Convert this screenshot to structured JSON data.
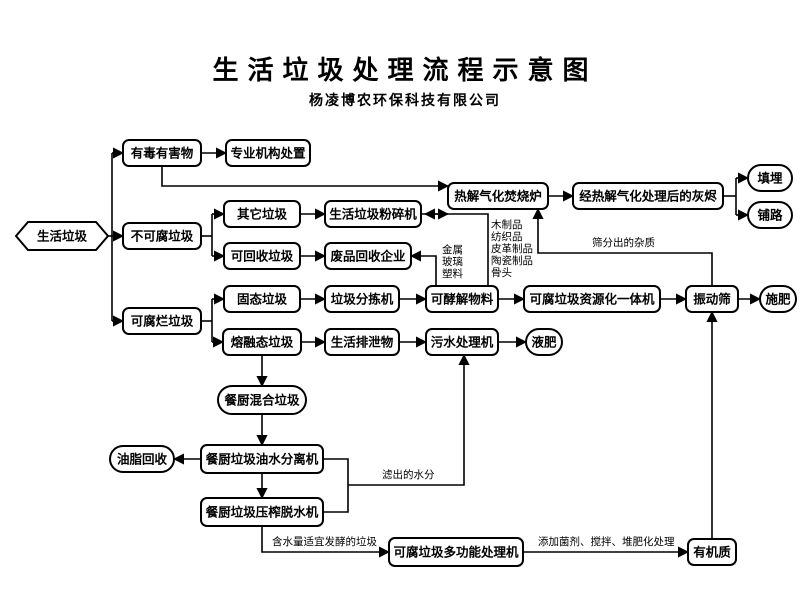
{
  "header": {
    "title": "生活垃圾处理流程示意图",
    "company": "杨凌博农环保科技有限公司"
  },
  "nodes": {
    "household_waste": "生活垃圾",
    "toxic": "有毒有害物",
    "professional": "专业机构处置",
    "non_perishable": "不可腐垃圾",
    "other_waste": "其它垃圾",
    "crusher": "生活垃圾粉碎机",
    "recyclable": "可回收垃圾",
    "recycling_company": "废品回收企业",
    "pyrolysis": "热解气化焚烧炉",
    "ash": "经热解气化处理后的灰烬",
    "landfill": "填埋",
    "paving": "铺路",
    "perishable": "可腐烂垃圾",
    "solid": "固态垃圾",
    "sorter": "垃圾分拣机",
    "fermentable": "可酵解物料",
    "integrated_machine": "可腐垃圾资源化一体机",
    "vibrating_screen": "振动筛",
    "fertilizer_out": "施肥",
    "molten": "熔融态垃圾",
    "discharge": "生活排泄物",
    "sewage_machine": "污水处理机",
    "liquid_fertilizer": "液肥",
    "kitchen_mixed": "餐厨混合垃圾",
    "oil_recovery": "油脂回收",
    "oil_water_separator": "餐厨垃圾油水分离机",
    "press_dewater": "餐厨垃圾压榨脱水机",
    "multifunction": "可腐垃圾多功能处理机",
    "organic": "有机质"
  },
  "labels": {
    "screened_impurities": "筛分出的杂质",
    "filtered_water": "滤出的水分",
    "moisture_fermentable": "含水量适宜发酵的垃圾",
    "bacteria_process": "添加菌剂、搅拌、堆肥化处理",
    "metal_glass_plastic": [
      "金属",
      "玻璃",
      "塑料"
    ],
    "wood_textile_etc": [
      "木制品",
      "纺织品",
      "皮革制品",
      "陶瓷制品",
      "骨头"
    ]
  }
}
